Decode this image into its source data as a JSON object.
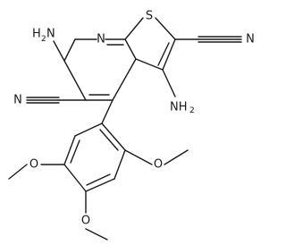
{
  "atom_labels": {
    "n_ring": "N",
    "s_ring": "S",
    "nh2_top": {
      "main": "H",
      "sub": "2",
      "prefix": "N"
    },
    "nh2_right": {
      "main": "NH",
      "sub": "2"
    },
    "cn_right_n": "N",
    "cn_left_n": "N",
    "o_left": "O",
    "o_right": "O",
    "o_bottom": "O"
  }
}
